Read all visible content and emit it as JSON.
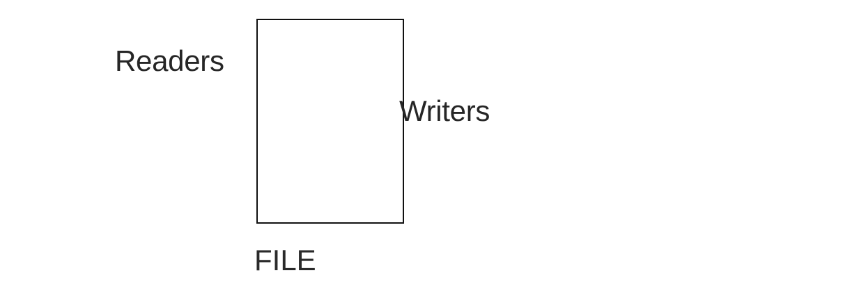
{
  "diagram": {
    "nodes": [
      {
        "id": "readers",
        "label": "Readers"
      },
      {
        "id": "file",
        "label": "FILE",
        "shape": "rectangle"
      },
      {
        "id": "writers",
        "label": "Writers"
      }
    ],
    "labels": {
      "readers": "Readers",
      "writers": "Writers",
      "file": "FILE"
    },
    "colors": {
      "background": "#ffffff",
      "text": "#262626",
      "border": "#111111"
    }
  }
}
